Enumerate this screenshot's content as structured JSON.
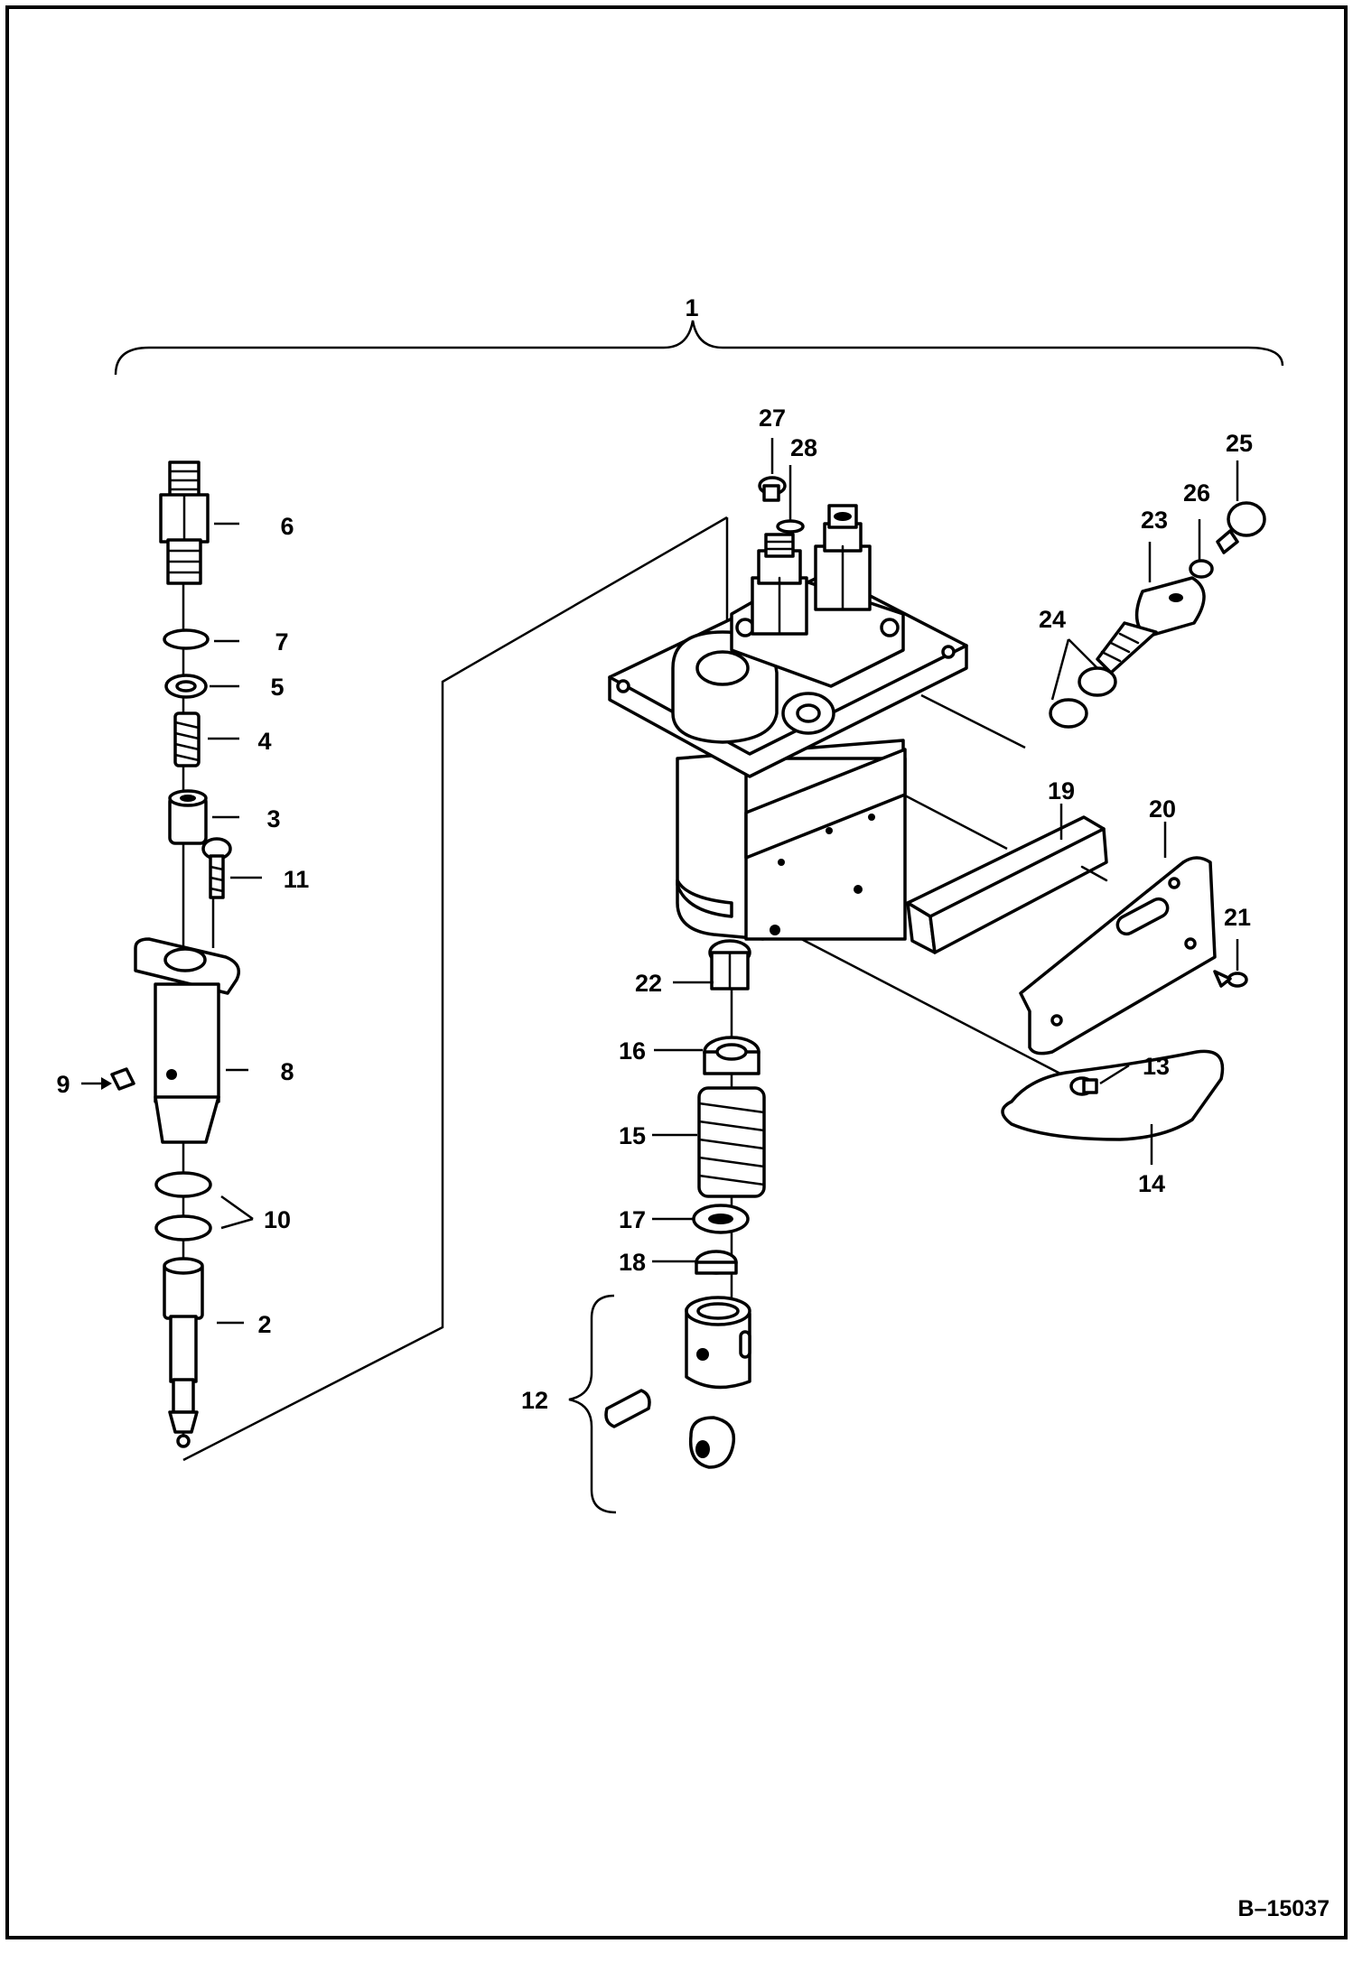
{
  "diagram": {
    "document_id": "B–15037",
    "callouts": {
      "c1": "1",
      "c2": "2",
      "c3": "3",
      "c4": "4",
      "c5": "5",
      "c6": "6",
      "c7": "7",
      "c8": "8",
      "c9": "9",
      "c10": "10",
      "c11": "11",
      "c12": "12",
      "c13": "13",
      "c14": "14",
      "c15": "15",
      "c16": "16",
      "c17": "17",
      "c18": "18",
      "c19": "19",
      "c20": "20",
      "c21": "21",
      "c22": "22",
      "c23": "23",
      "c24": "24",
      "c25": "25",
      "c26": "26",
      "c27": "27",
      "c28": "28"
    }
  }
}
